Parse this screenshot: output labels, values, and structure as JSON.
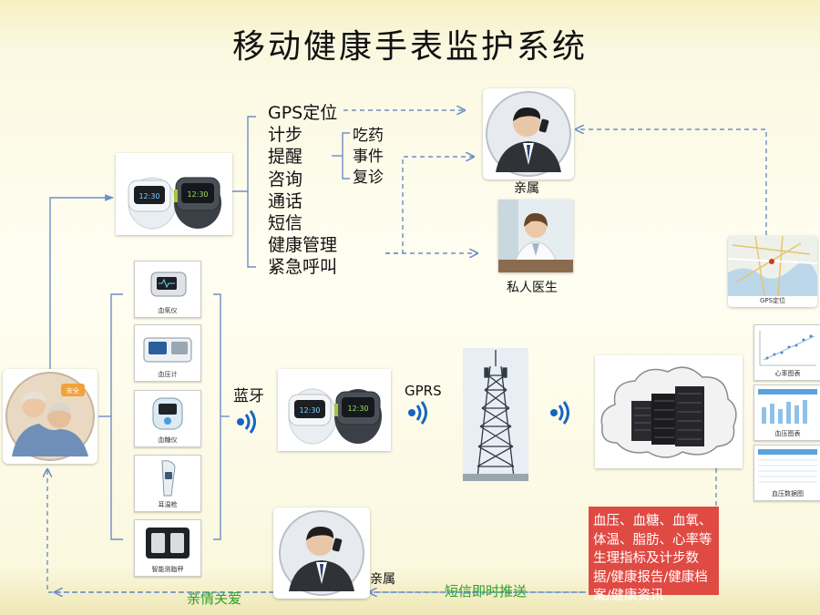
{
  "title": "移动健康手表监护系统",
  "features": [
    "GPS定位",
    "计步",
    "提醒",
    "咨询",
    "通话",
    "短信",
    "健康管理",
    "紧急呼叫"
  ],
  "reminder_items": [
    "吃药",
    "事件",
    "复诊"
  ],
  "recipients": {
    "family": "亲属",
    "doctor": "私人医生"
  },
  "devices": [
    {
      "label": "血氧仪"
    },
    {
      "label": "血压计"
    },
    {
      "label": "血糖仪"
    },
    {
      "label": "耳温枪"
    },
    {
      "label": "智能测脂秤"
    }
  ],
  "links": {
    "bluetooth": "蓝牙",
    "gprs": "GPRS"
  },
  "map_caption": "GPS定位",
  "report_labels": [
    "心率图表",
    "血压图表",
    "血压数据图"
  ],
  "summary_box": "血压、血糖、血氧、体温、脂肪、心率等生理指标及计步数据/健康报告/健康档案/健康资讯",
  "bottom": {
    "sms_push": "短信即时推送",
    "family_care": "亲情关爱",
    "family": "亲属"
  },
  "colors": {
    "arrow": "#6c8fc7",
    "red_box": "#df4a43",
    "green_text": "#2ca02c",
    "wave": "#1565c0"
  }
}
